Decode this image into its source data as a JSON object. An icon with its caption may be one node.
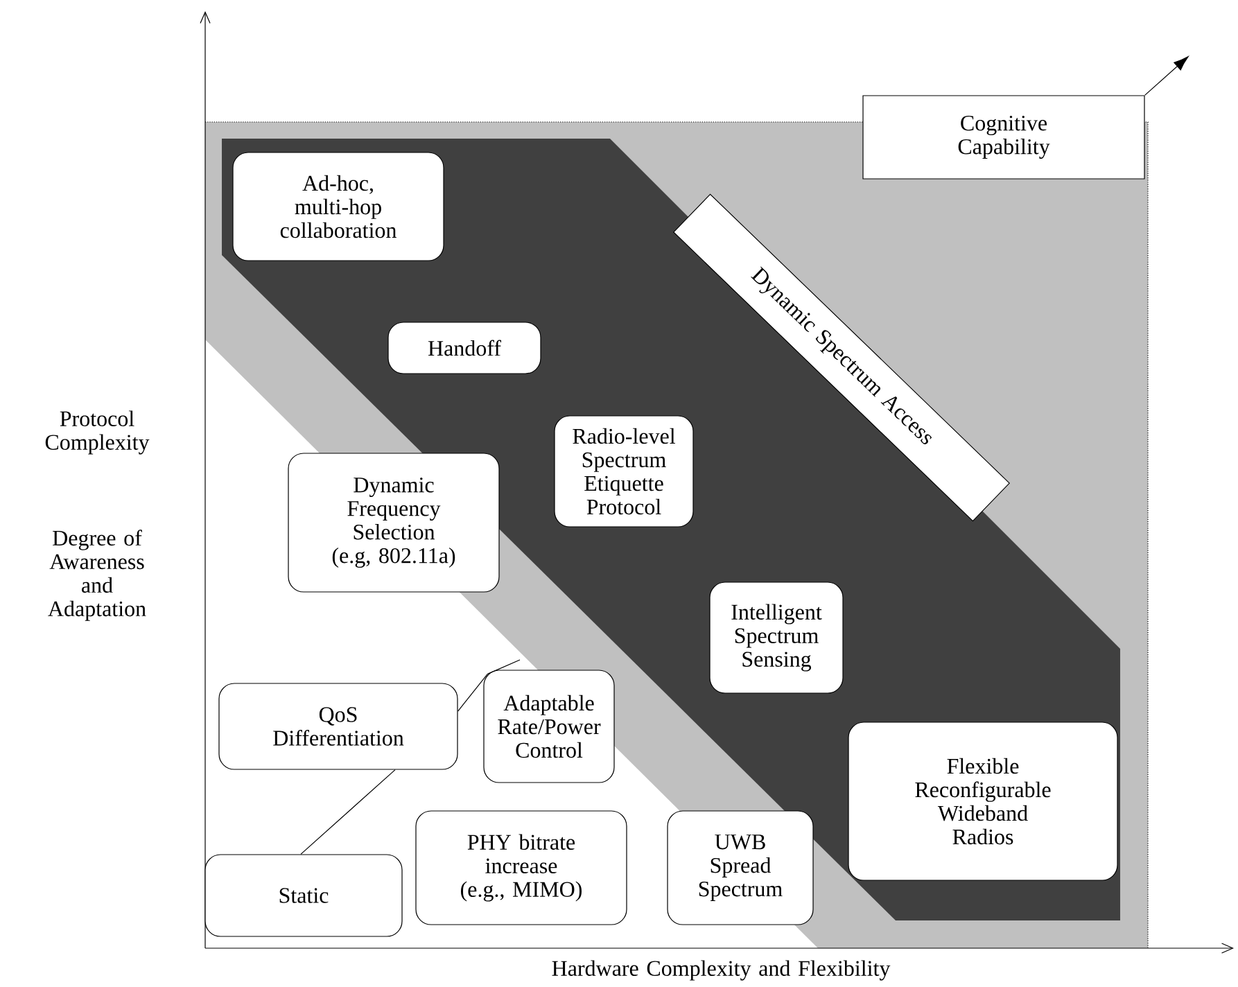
{
  "diagram": {
    "nodes": [
      {
        "text": [
          "Cognitive Capability"
        ]
      },
      {
        "text": [
          "Ad-hoc, multi-hop collaboration"
        ]
      },
      {
        "text": [
          "Dynamic Spectrum Access"
        ]
      },
      {
        "text": [
          "Handoff"
        ]
      },
      {
        "text": [
          "Radio-level Spectrum Etiquette Protocol"
        ]
      },
      {
        "text": [
          "Dynamic Frequency Selection (e.g, 802.11a)"
        ]
      },
      {
        "text": [
          "Intelligent Spectrum Sensing"
        ]
      },
      {
        "text": [
          "QoS Differentiation"
        ]
      },
      {
        "text": [
          "Adaptable Rate/Power Control"
        ]
      },
      {
        "text": [
          "Flexible Reconfigurable Wideband Radios"
        ]
      },
      {
        "text": [
          "Static"
        ]
      },
      {
        "text": [
          "PHY bitrate increase (e.g., MIMO)"
        ]
      },
      {
        "text": [
          "UWB Spread Spectrum"
        ]
      }
    ],
    "edges": [
      {
        "from": 0,
        "to": null,
        "arrow": "to"
      },
      {
        "from": 10,
        "to": 7,
        "arrow": "none"
      },
      {
        "from": 7,
        "to": 8,
        "arrow": "none"
      },
      {
        "from": 8,
        "to": null,
        "arrow": "none"
      }
    ],
    "labels": [
      "Protocol Complexity",
      "Degree of Awareness and Adaptation",
      "Hardware Complexity and Flexibility"
    ]
  }
}
